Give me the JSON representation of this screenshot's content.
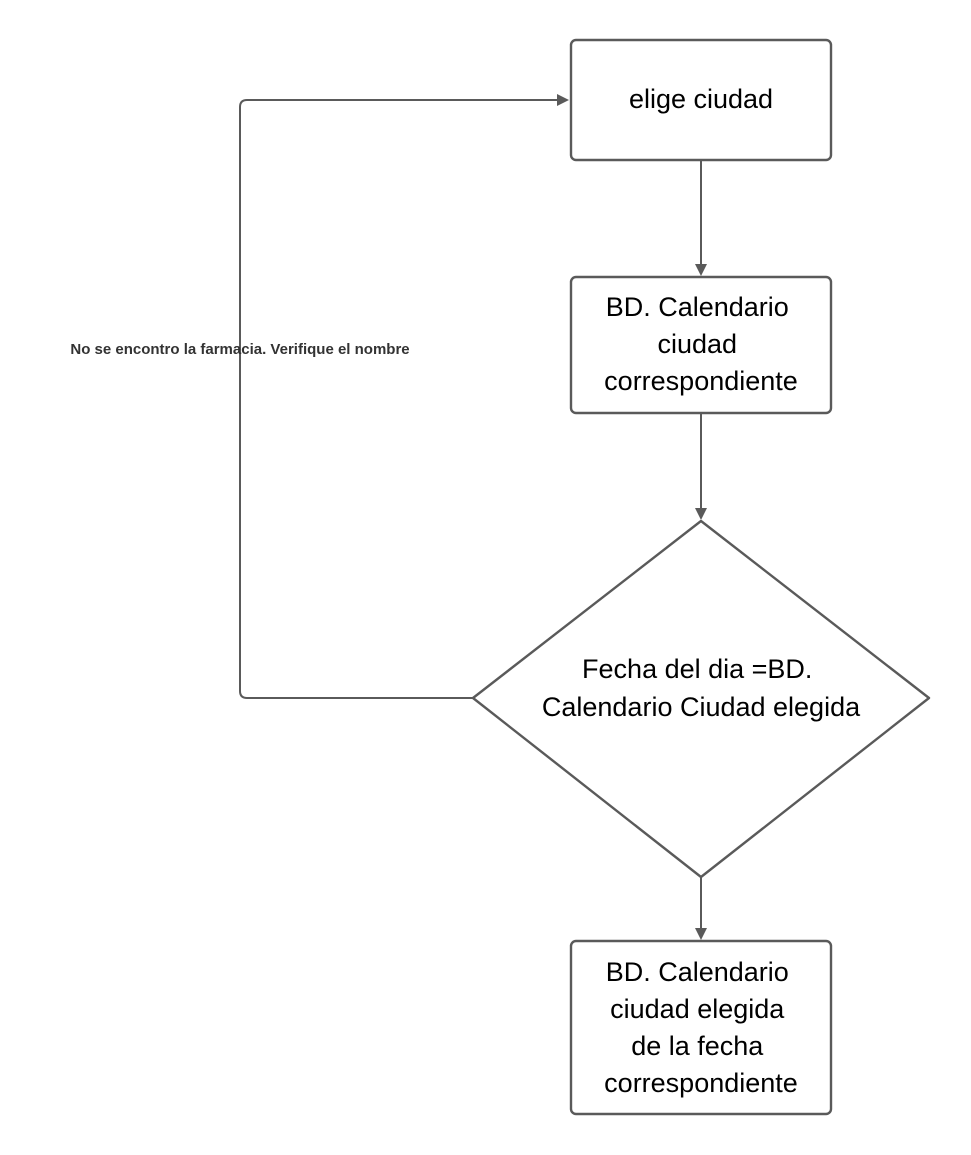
{
  "colors": {
    "stroke": "#5a5a5a",
    "text": "#000000",
    "label": "#333333",
    "background": "#ffffff"
  },
  "nodes": {
    "choose_city": {
      "lines": [
        "elige ciudad"
      ]
    },
    "calendar_city": {
      "lines": [
        "BD. Calendario",
        "ciudad",
        "correspondiente"
      ]
    },
    "date_check": {
      "lines": [
        "Fecha del dia =BD.",
        "Calendario Ciudad elegida"
      ]
    },
    "calendar_result": {
      "lines": [
        "BD. Calendario",
        "ciudad elegida",
        "de la fecha",
        "correspondiente"
      ]
    }
  },
  "edges": {
    "loop_back": {
      "label": "No se encontro la farmacia. Verifique el nombre"
    }
  }
}
